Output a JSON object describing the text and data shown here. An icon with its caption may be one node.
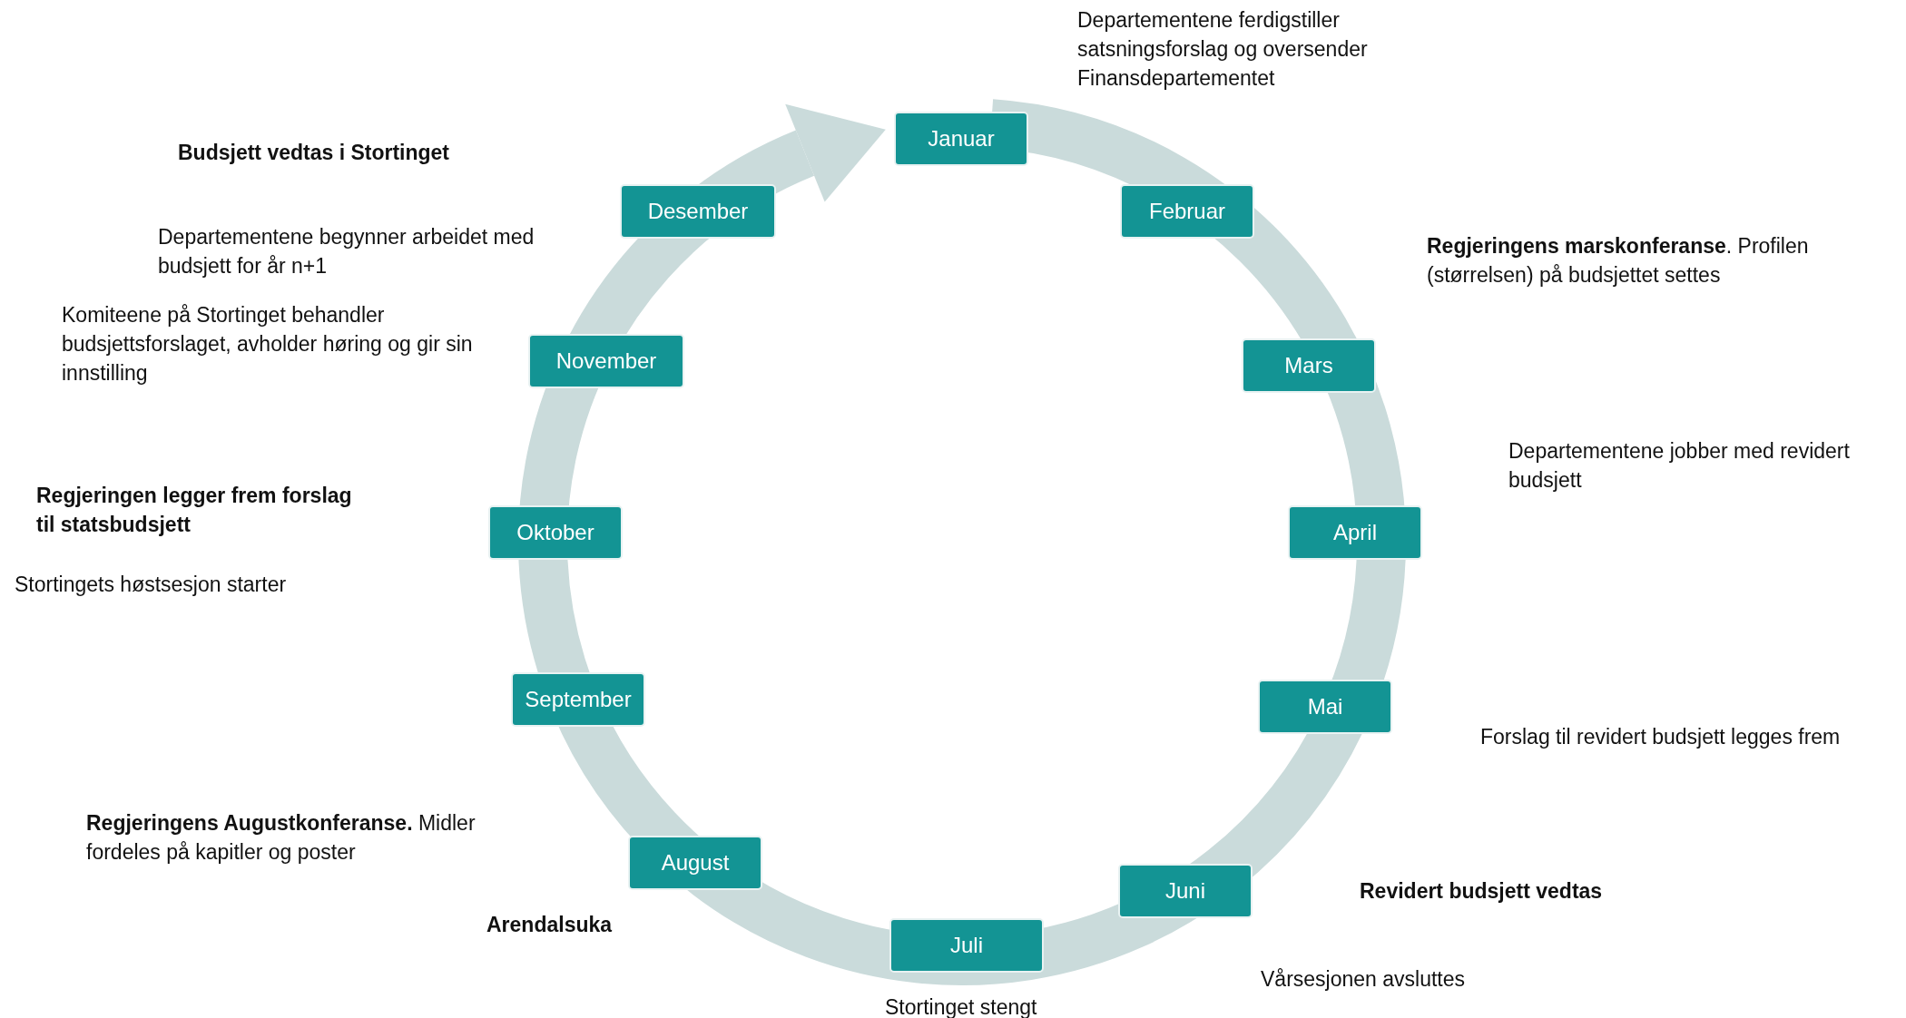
{
  "diagram": {
    "nodes": [
      {
        "text": [
          "Januar"
        ]
      },
      {
        "text": [
          "Februar"
        ]
      },
      {
        "text": [
          "Mars"
        ]
      },
      {
        "text": [
          "April"
        ]
      },
      {
        "text": [
          "Mai"
        ]
      },
      {
        "text": [
          "Juni"
        ]
      },
      {
        "text": [
          "Juli"
        ]
      },
      {
        "text": [
          "August"
        ]
      },
      {
        "text": [
          "September"
        ]
      },
      {
        "text": [
          "Oktober"
        ]
      },
      {
        "text": [
          "November"
        ]
      },
      {
        "text": [
          "Desember"
        ]
      }
    ],
    "labels": [
      "Departementene ferdigstiller satsningsforslag og oversender Finansdepartementet",
      "**Regjeringens marskonferanse**. Profilen (størrelsen) på budsjettet settes",
      "Departementene jobber med revidert budsjett",
      "Forslag til revidert budsjett legges frem",
      "Revidert budsjett vedtas",
      "Vårsesjonen avsluttes",
      "Stortinget stengt",
      "Arendalsuka",
      "**Regjeringens Augustkonferanse.** Midler fordeles på kapitler og poster",
      "Stortingets høstsesjon starter",
      "Regjeringen legger frem forslag til statsbudsjett",
      "Komiteene på Stortinget behandler budsjettsforslaget, avholder høring og gir sin innstilling",
      "Departementene begynner arbeidet med budsjett for år n+1",
      "Budsjett vedtas i Stortinget"
    ]
  }
}
